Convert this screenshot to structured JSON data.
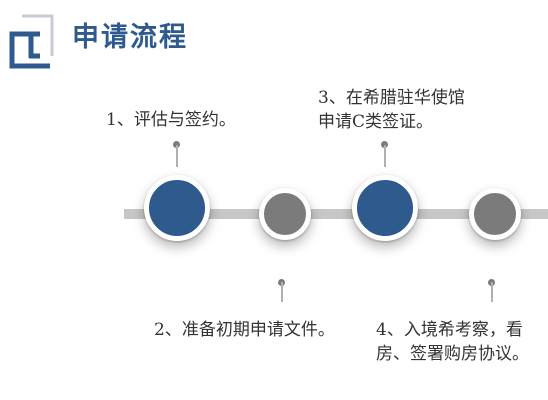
{
  "header": {
    "title": "申请流程",
    "accent_color": "#2f5a8e",
    "icon": "bracket-frame-icon"
  },
  "steps": [
    {
      "label_lines": [
        "1、评估与签约。"
      ],
      "node": "large-blue"
    },
    {
      "label_lines": [
        "2、准备初期申请文件。"
      ],
      "node": "small-gray"
    },
    {
      "label_lines": [
        "3、在希腊驻华使馆",
        "申请C类签证。"
      ],
      "node": "large-blue"
    },
    {
      "label_lines": [
        "4、入境希考察，看",
        "房、签署购房协议。"
      ],
      "node": "small-gray"
    }
  ],
  "colors": {
    "node_blue": "#2f5a8e",
    "node_gray": "#7b7b7b",
    "track": "#c7c7c7"
  }
}
